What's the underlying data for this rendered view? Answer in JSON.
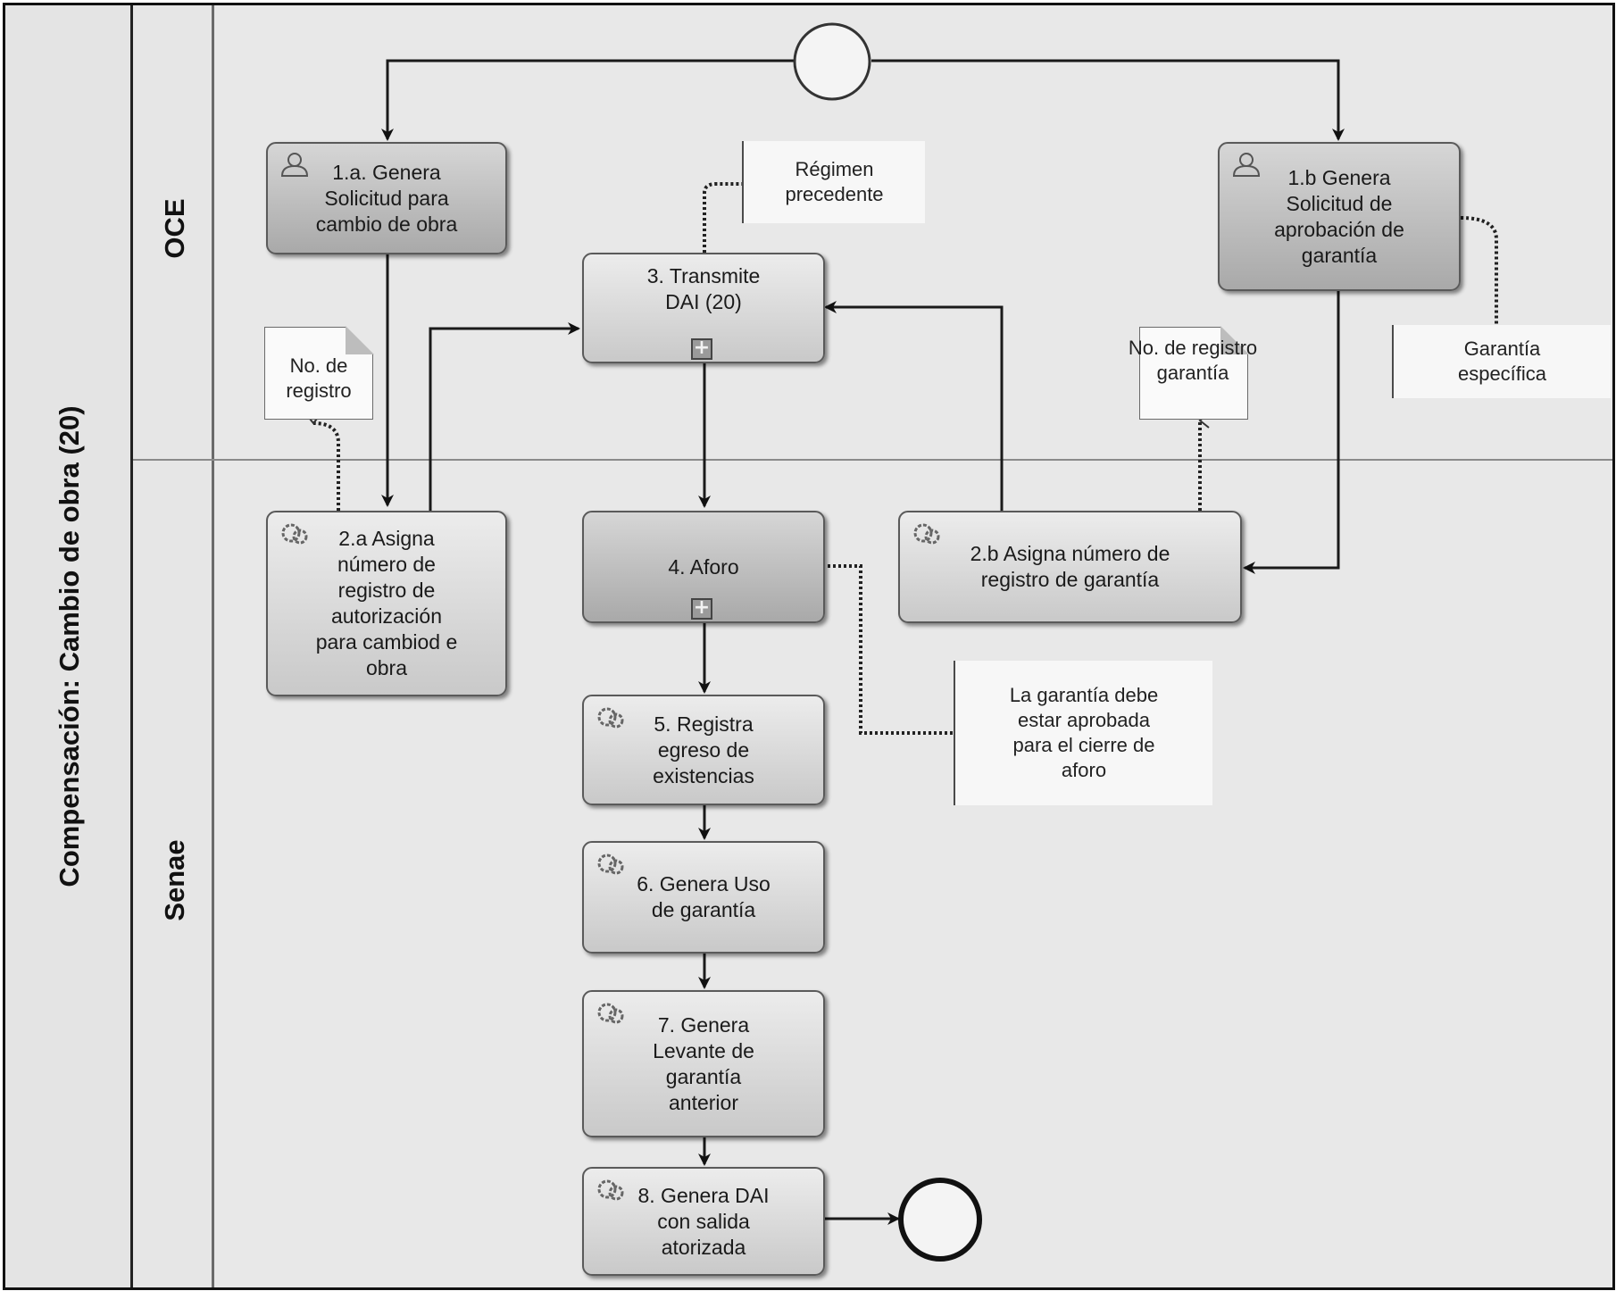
{
  "pool": {
    "label": "Compensación: Cambio de obra (20)"
  },
  "lanes": {
    "oce": "OCE",
    "senae": "Senae"
  },
  "tasks": {
    "t1a": {
      "label": "1.a. Genera\nSolicitud para\ncambio de obra",
      "icon": "user-task-icon"
    },
    "t1b": {
      "label": "1.b Genera\nSolicitud de\naprobación de\ngarantía",
      "icon": "user-task-icon"
    },
    "t3": {
      "label": "3. Transmite\nDAI (20)",
      "marker": "subprocess-plus-icon"
    },
    "t2a": {
      "label": "2.a Asigna\nnúmero de\nregistro de\nautorización\npara cambiod e\nobra",
      "icon": "service-task-icon"
    },
    "t4": {
      "label": "4. Aforo",
      "marker": "subprocess-plus-icon"
    },
    "t2b": {
      "label": "2.b Asigna número de\nregistro de garantía",
      "icon": "service-task-icon"
    },
    "t5": {
      "label": "5. Registra\negreso de\nexistencias",
      "icon": "service-task-icon"
    },
    "t6": {
      "label": "6. Genera Uso\nde garantía",
      "icon": "service-task-icon"
    },
    "t7": {
      "label": "7. Genera\nLevante de\ngarantía\nanterior",
      "icon": "service-task-icon"
    },
    "t8": {
      "label": "8. Genera DAI\ncon salida\natorizada",
      "icon": "service-task-icon"
    }
  },
  "annotations": {
    "regimen": "Régimen\nprecedente",
    "garantia_especifica": "Garantía\nespecífica",
    "garantia_aprobada": "La garantía  debe\nestar aprobada\npara el cierre de\naforo"
  },
  "data_objects": {
    "reg": "No. de\nregistro",
    "reg_garantia": "No. de registro\ngarantía"
  },
  "events": {
    "start": "start-event",
    "end": "end-event"
  }
}
